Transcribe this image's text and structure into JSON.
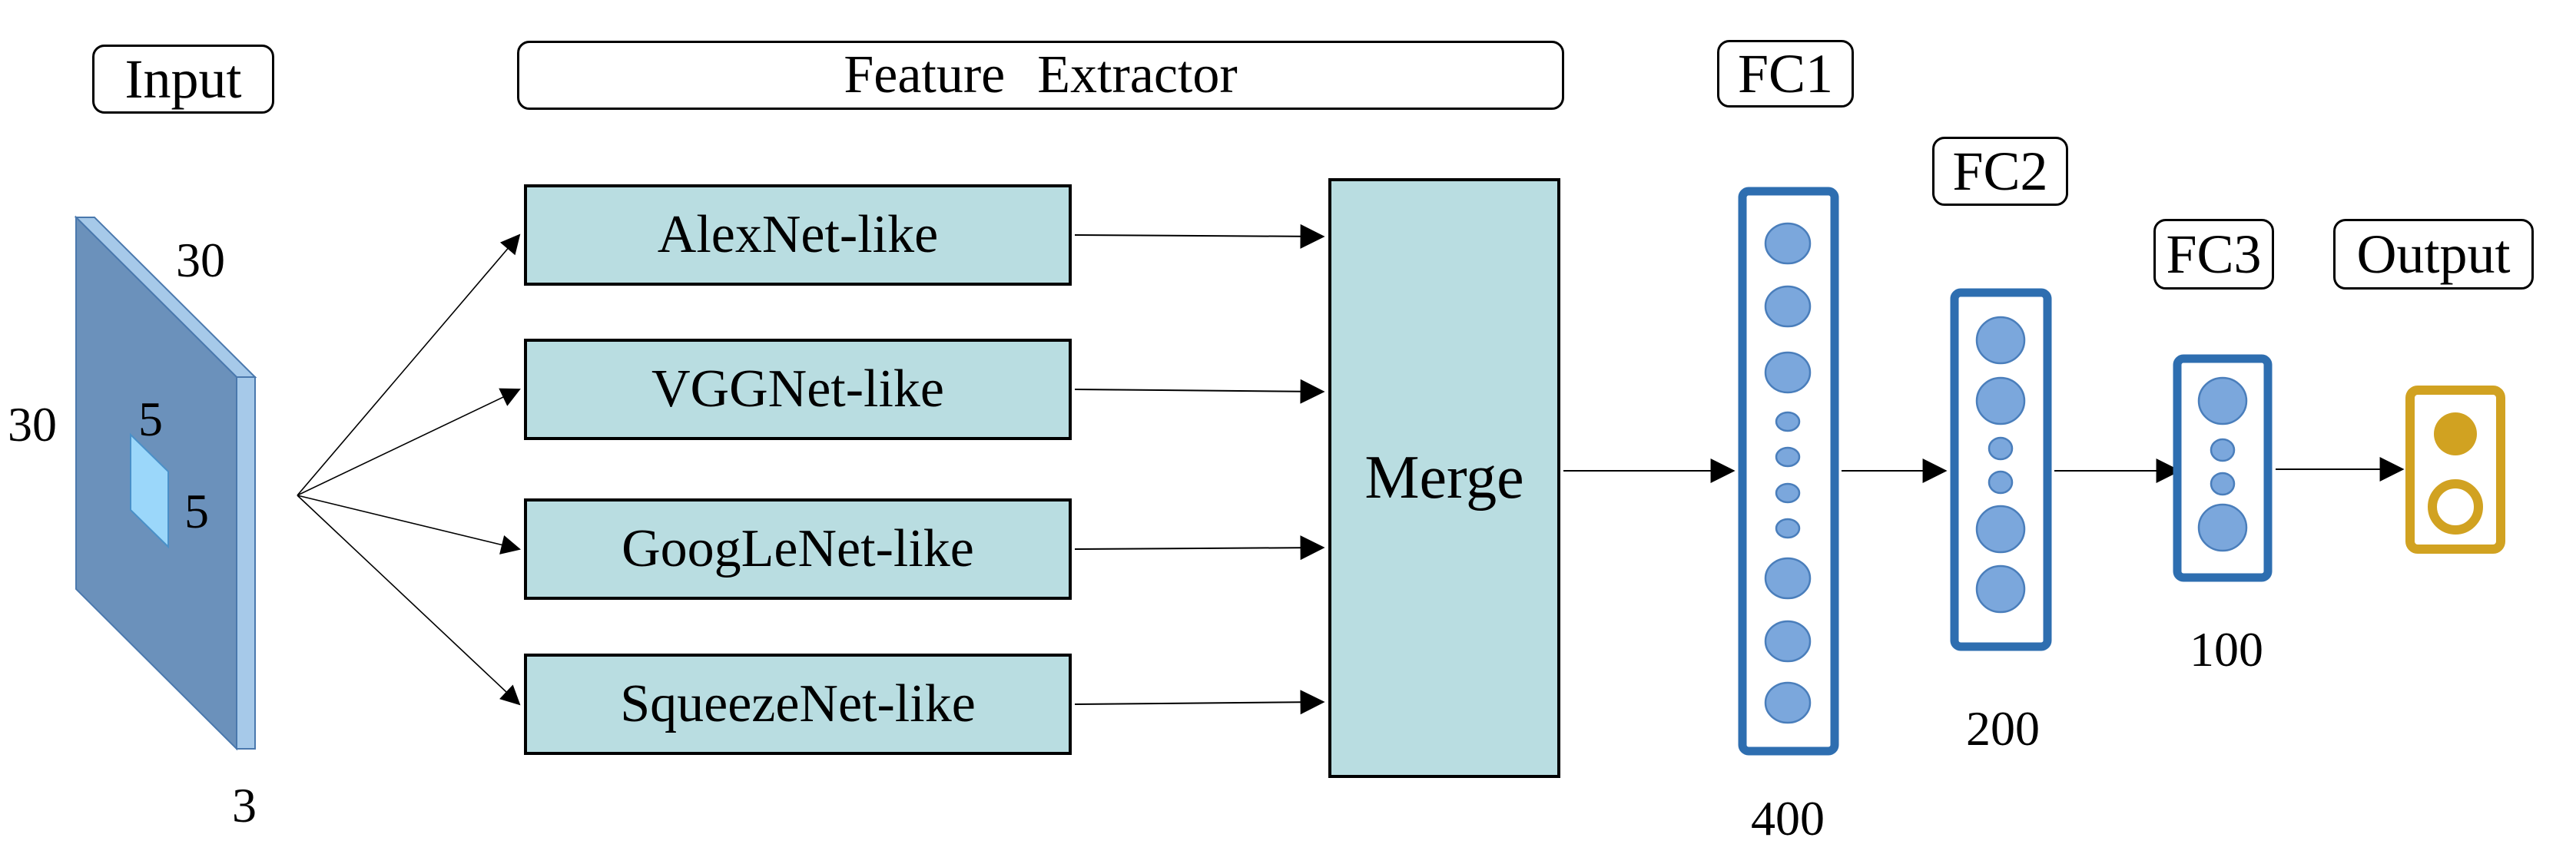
{
  "labels": {
    "input": "Input",
    "feature_extractor": "Feature Extractor",
    "output": "Output"
  },
  "input_volume": {
    "width": "30",
    "height": "30",
    "depth": "3",
    "patch_width": "5",
    "patch_height": "5"
  },
  "branches": [
    {
      "label": "AlexNet-like"
    },
    {
      "label": "VGGNet-like"
    },
    {
      "label": "GoogLeNet-like"
    },
    {
      "label": "SqueezeNet-like"
    }
  ],
  "merge": {
    "label": "Merge"
  },
  "fc_layers": [
    {
      "label": "FC1",
      "units": "400"
    },
    {
      "label": "FC2",
      "units": "200"
    },
    {
      "label": "FC3",
      "units": "100"
    }
  ],
  "colors": {
    "box_fill": "#b9dde1",
    "slab_front": "#6b91bb",
    "slab_side": "#a6c9e9",
    "slab_edge": "#4a78ad",
    "patch_fill": "#9bd7fa",
    "patch_edge": "#4a90c8",
    "fc_border": "#2e6eb0",
    "neuron_fill": "#7ba7dc",
    "neuron_edge": "#4a7ebb",
    "output_accent": "#d1a221",
    "arrow": "#000000"
  }
}
